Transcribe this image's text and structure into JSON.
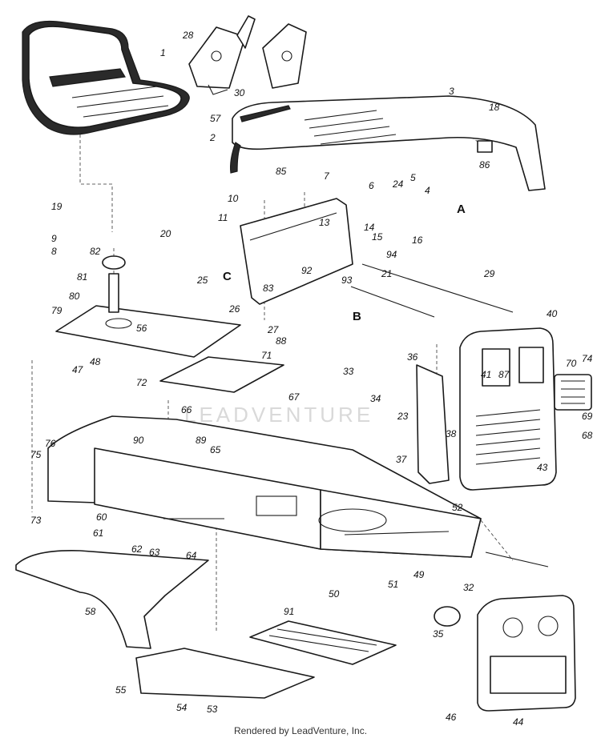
{
  "watermark": "LEADVENTURE",
  "footer": "Rendered by LeadVenture, Inc.",
  "callouts": [
    "1",
    "2",
    "3",
    "4",
    "5",
    "6",
    "7",
    "8",
    "9",
    "10",
    "11",
    "13",
    "14",
    "15",
    "16",
    "18",
    "19",
    "20",
    "21",
    "23",
    "24",
    "25",
    "26",
    "27",
    "28",
    "29",
    "30",
    "32",
    "33",
    "34",
    "35",
    "36",
    "37",
    "38",
    "40",
    "41",
    "43",
    "44",
    "46",
    "47",
    "48",
    "49",
    "50",
    "51",
    "52",
    "53",
    "54",
    "55",
    "56",
    "57",
    "58",
    "60",
    "61",
    "62",
    "63",
    "64",
    "65",
    "66",
    "67",
    "68",
    "69",
    "70",
    "71",
    "72",
    "73",
    "74",
    "75",
    "76",
    "79",
    "80",
    "81",
    "82",
    "83",
    "85",
    "86",
    "87",
    "88",
    "89",
    "90",
    "91",
    "92",
    "93",
    "94"
  ],
  "reference_letters": [
    "A",
    "B",
    "C"
  ]
}
